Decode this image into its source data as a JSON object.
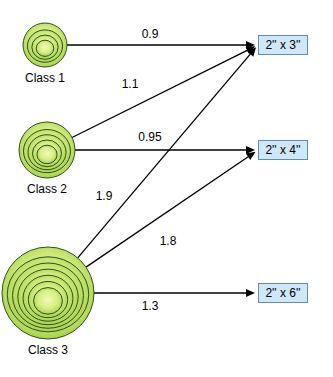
{
  "diagram": {
    "nodes": [
      {
        "text": [
          "Class 1"
        ]
      },
      {
        "text": [
          "2'' x 3''"
        ]
      },
      {
        "text": [
          "Class 2"
        ]
      },
      {
        "text": [
          "2'' x 4''"
        ]
      },
      {
        "text": [
          "Class 3"
        ]
      },
      {
        "text": [
          "2'' x 6''"
        ]
      }
    ],
    "edges": [
      {
        "from": 0,
        "to": 1,
        "arrow": "to",
        "label": "0.9"
      },
      {
        "from": 2,
        "to": 1,
        "arrow": "to",
        "label": "1.1"
      },
      {
        "from": 2,
        "to": 3,
        "arrow": "to",
        "label": "0.95"
      },
      {
        "from": 4,
        "to": 1,
        "arrow": "to",
        "label": "1.9"
      },
      {
        "from": 4,
        "to": 3,
        "arrow": "to",
        "label": "1.8"
      },
      {
        "from": 4,
        "to": 5,
        "arrow": "to",
        "label": "1.3"
      }
    ]
  }
}
